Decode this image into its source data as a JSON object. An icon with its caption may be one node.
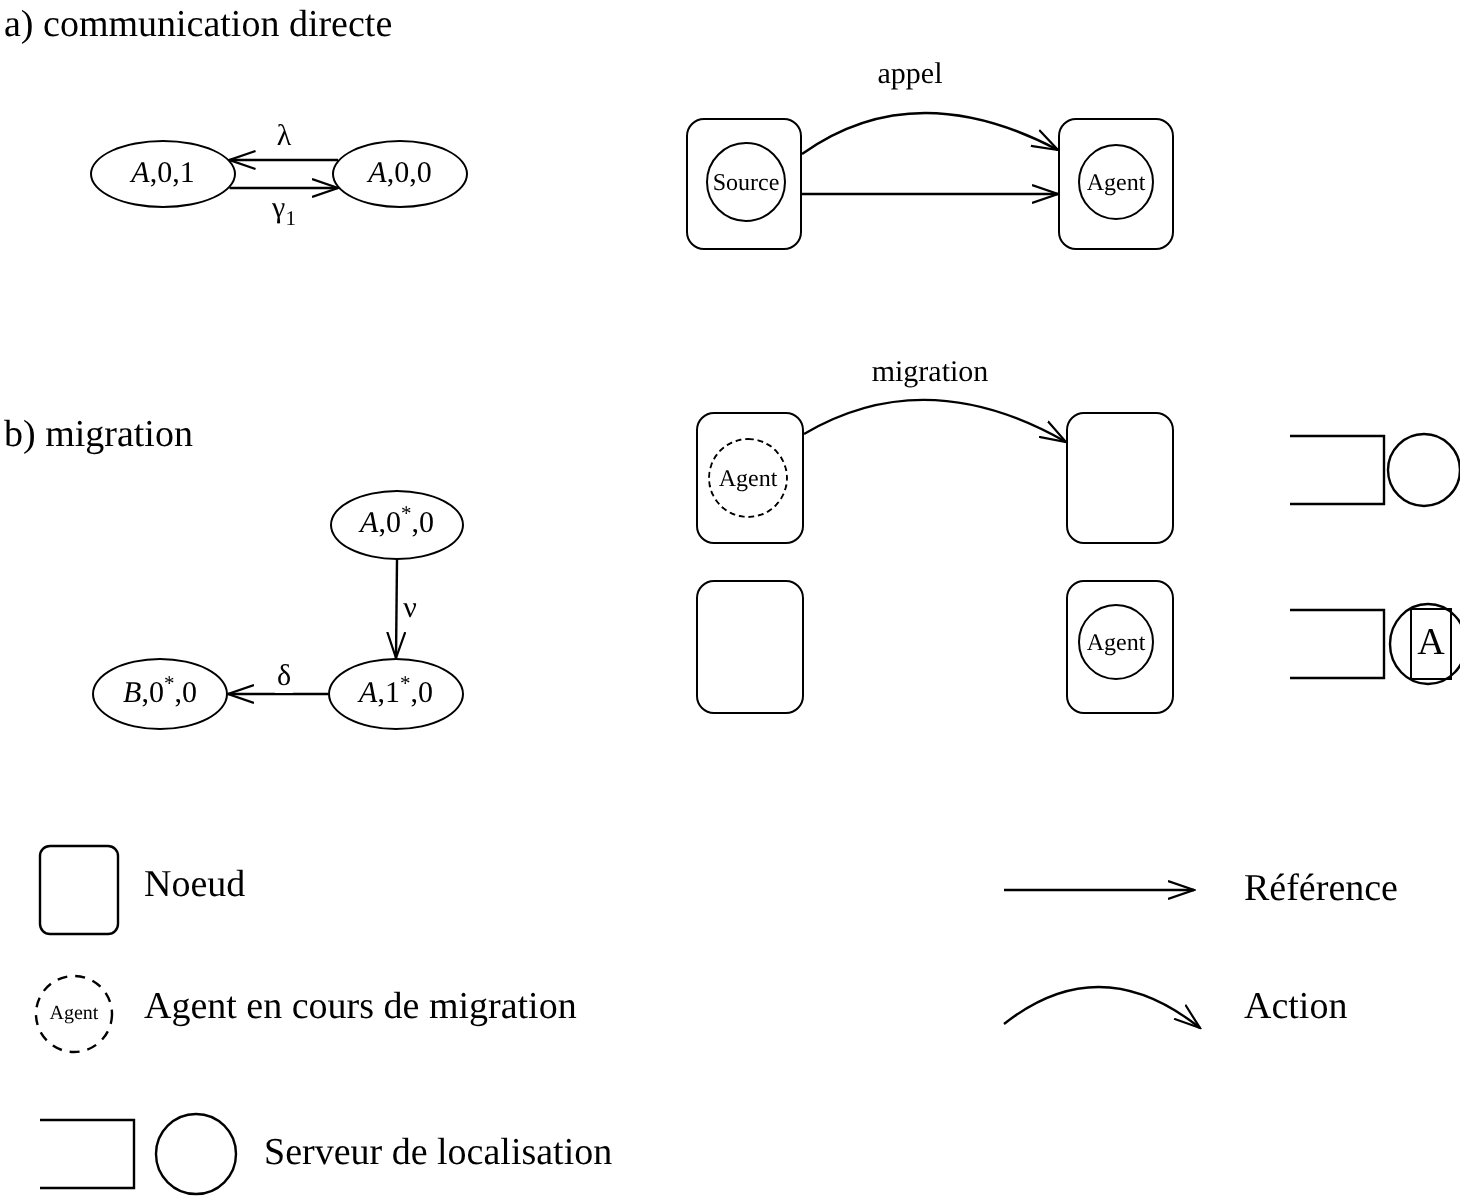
{
  "diagram": {
    "nodes": [
      {
        "text": [
          "*A*,0,1"
        ]
      },
      {
        "text": [
          "*A*,0,0"
        ]
      },
      {
        "text": [],
        "shape": "box"
      },
      {
        "text": [
          "Source"
        ],
        "in": 2
      },
      {
        "text": [],
        "shape": "box"
      },
      {
        "text": [
          "Agent"
        ],
        "in": 4
      },
      {
        "text": [
          "*A*,0$^{*}$,0"
        ]
      },
      {
        "text": [
          "*A*,1$^{*}$,0"
        ]
      },
      {
        "text": [
          "*B*,0$^{*}$,0"
        ]
      },
      {
        "text": [],
        "shape": "box"
      },
      {
        "text": [
          "Agent"
        ],
        "in": 9
      },
      {
        "text": [],
        "shape": "box"
      },
      {
        "text": [],
        "shape": "box"
      },
      {
        "text": [],
        "shape": "box"
      },
      {
        "text": [
          "Agent"
        ],
        "in": 13
      },
      {
        "text": [
          "A"
        ]
      }
    ],
    "edges": [
      {
        "from": 1,
        "to": 0,
        "arrow": "to",
        "label": "λ"
      },
      {
        "from": 0,
        "to": 1,
        "arrow": "to",
        "label": "γ$_{1}$"
      },
      {
        "from": 2,
        "to": 4,
        "arrow": "to",
        "label": "appel"
      },
      {
        "from": 2,
        "to": 4,
        "arrow": "to"
      },
      {
        "from": 6,
        "to": 7,
        "arrow": "to",
        "label": "ν"
      },
      {
        "from": 7,
        "to": 8,
        "arrow": "to",
        "label": "δ"
      },
      {
        "from": 9,
        "to": 11,
        "arrow": "to",
        "label": "migration"
      }
    ],
    "labels": [
      "a) communication directe",
      "b) migration",
      "Agent"
    ],
    "legend": [
      {
        "text": "Noeud"
      },
      {
        "text": "Agent en cours de migration"
      },
      {
        "text": "Serveur de localisation"
      },
      {
        "text": "Référence"
      },
      {
        "text": "Action"
      }
    ]
  }
}
